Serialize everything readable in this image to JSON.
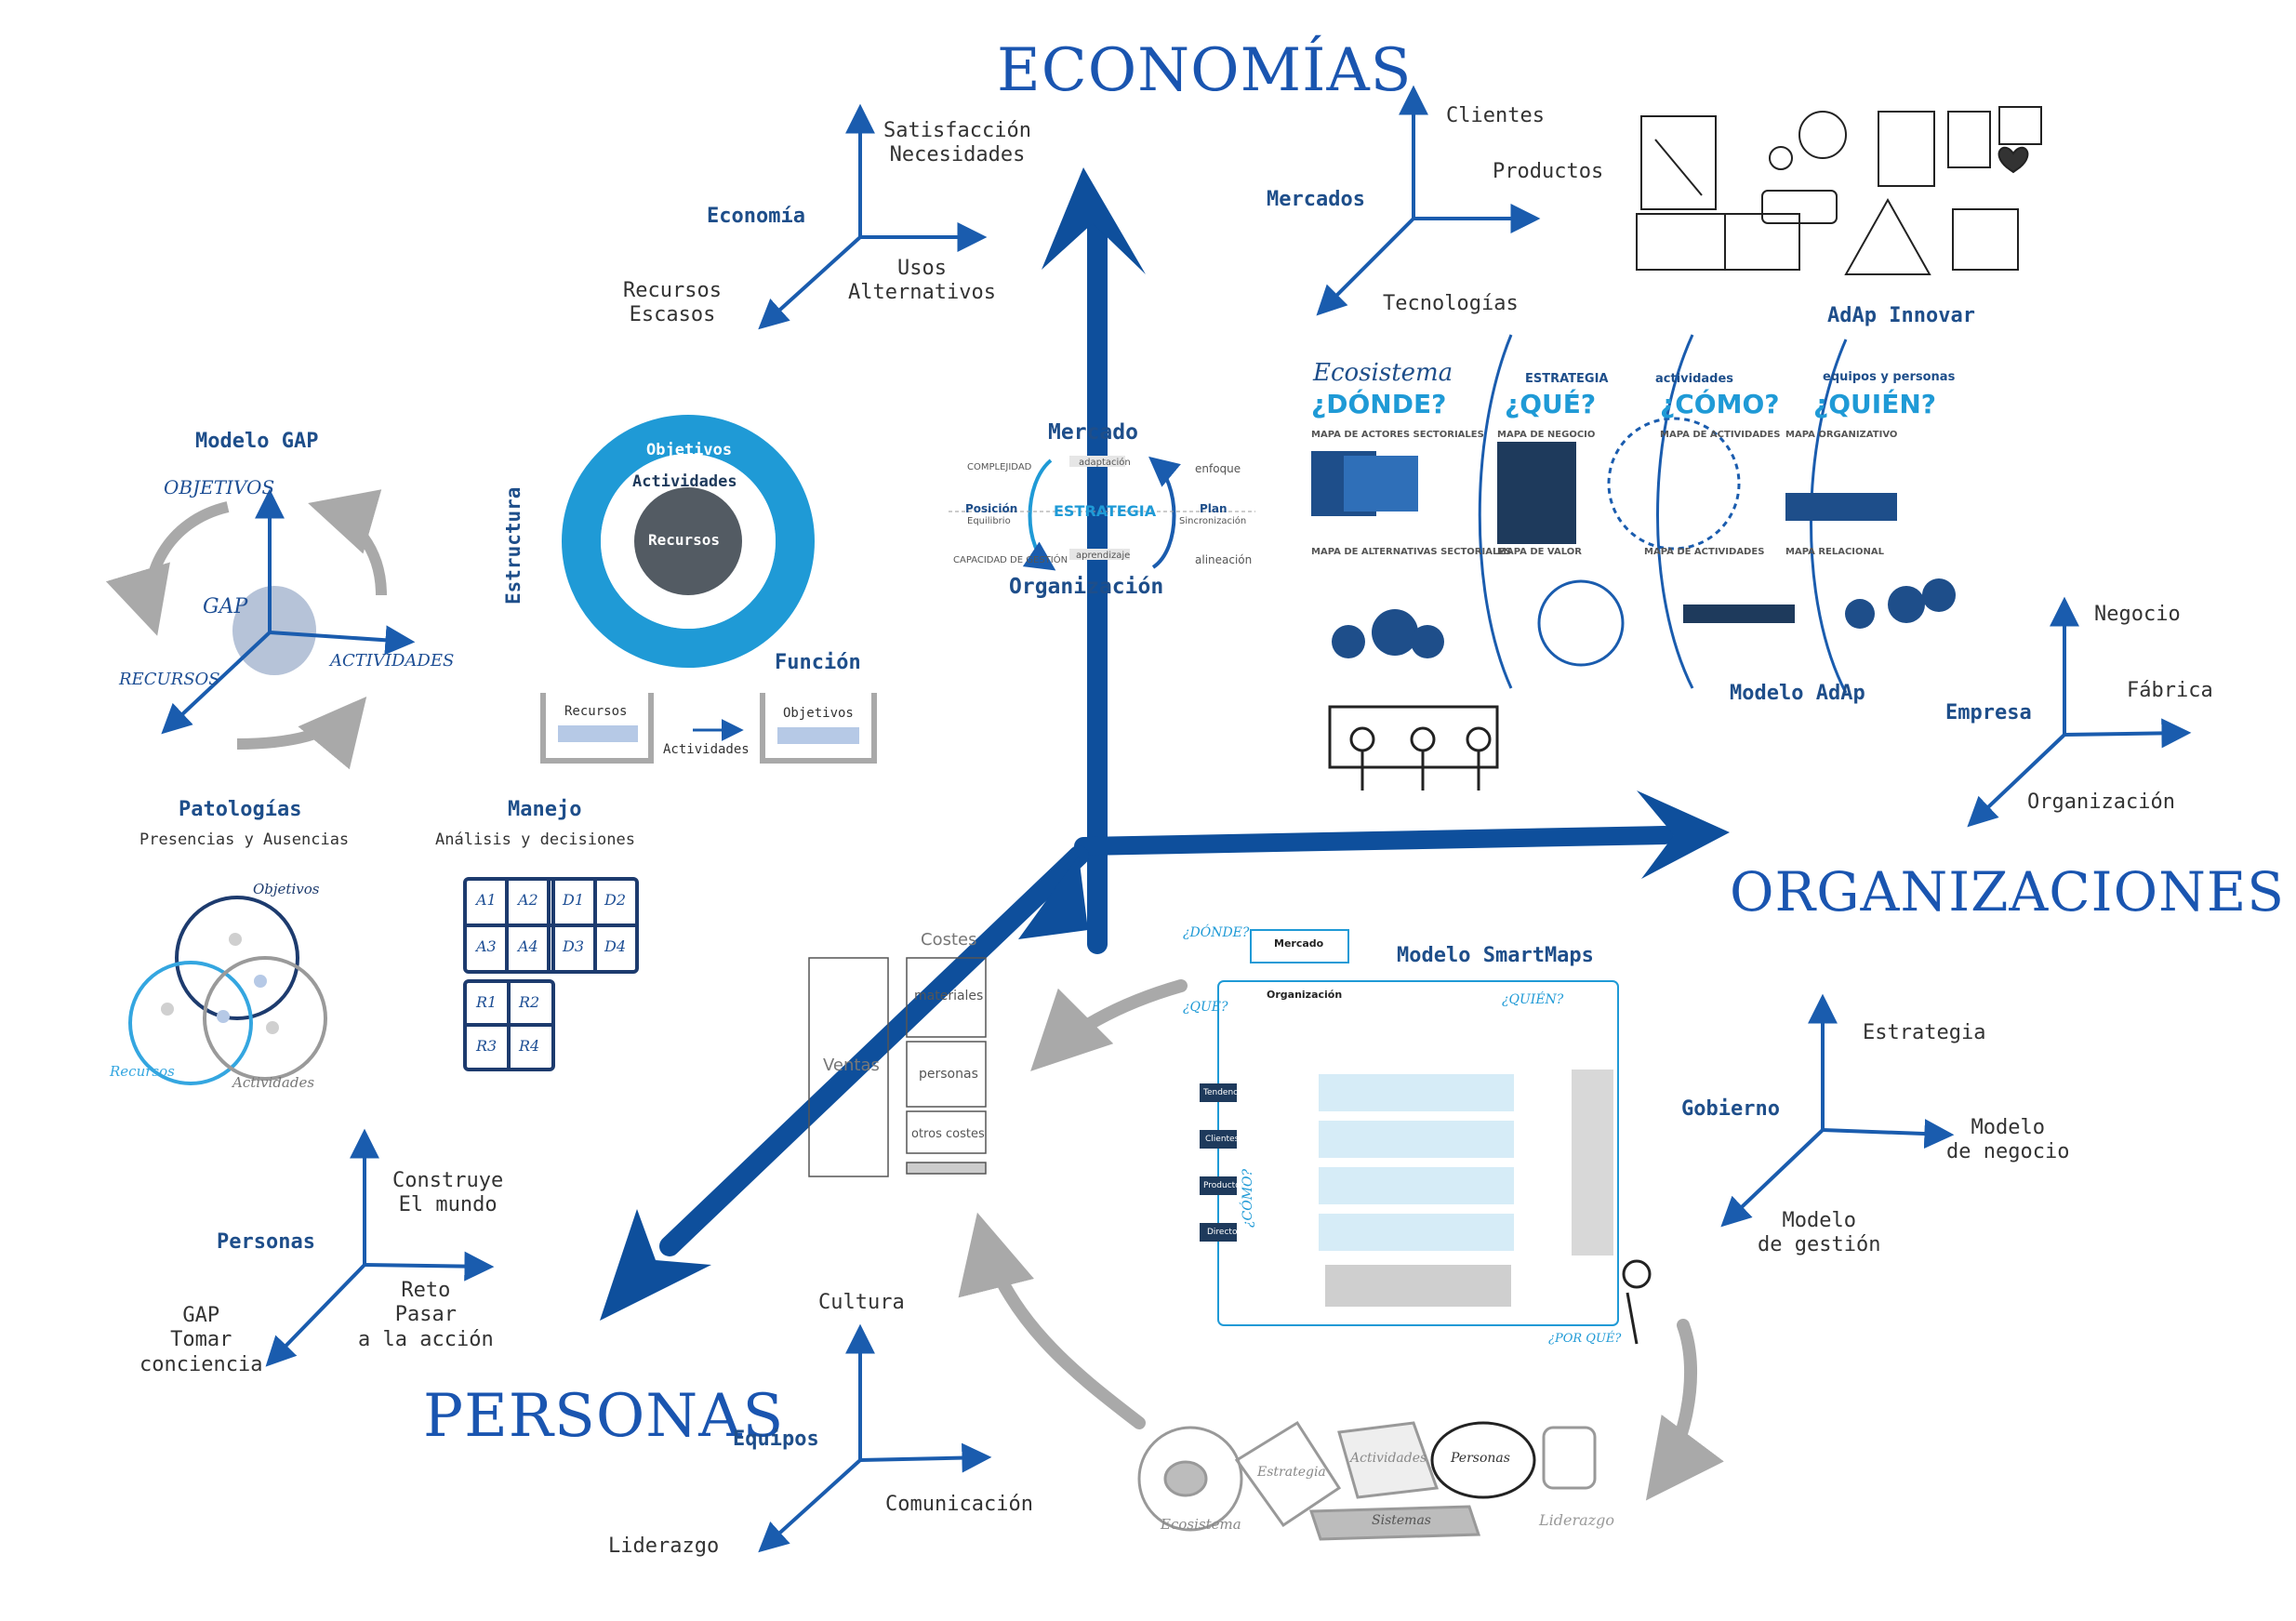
{
  "titles": {
    "economias": "ECONOMÍAS",
    "organizaciones": "ORGANIZACIONES",
    "personas": "PERSONAS"
  },
  "economia_axis": {
    "label": "Economía",
    "up": "Satisfacción\nNecesidades",
    "right": "Usos\nAlternativos",
    "down": "Recursos\nEscasos"
  },
  "mercados_axis": {
    "label": "Mercados",
    "up": "Clientes",
    "right": "Productos",
    "down": "Tecnologías"
  },
  "empresa_axis": {
    "label": "Empresa",
    "up": "Negocio",
    "right": "Fábrica",
    "down": "Organización"
  },
  "gobierno_axis": {
    "label": "Gobierno",
    "up": "Estrategia",
    "right": "Modelo\nde negocio",
    "down": "Modelo\nde gestión"
  },
  "personas_axis": {
    "label": "Personas",
    "up": "Construye\nEl mundo",
    "right": "Reto\nPasar\na la acción",
    "down": "GAP\nTomar\nconciencia"
  },
  "equipos_axis": {
    "label": "Equipos",
    "up": "Cultura",
    "right": "Comunicación",
    "down": "Liderazgo"
  },
  "modelo_gap": {
    "title": "Modelo GAP",
    "objetivos": "OBJETIVOS",
    "recursos": "RECURSOS",
    "actividades": "ACTIVIDADES",
    "gap": "GAP"
  },
  "estructura": {
    "side_label": "Estructura",
    "outer": "Objetivos",
    "middle": "Actividades",
    "inner": "Recursos",
    "funcion_title": "Función",
    "left_box": "Recursos",
    "right_box": "Objetivos",
    "arrow_label": "Actividades"
  },
  "estrategia": {
    "top": "Mercado",
    "bottom": "Organización",
    "center": "ESTRATEGIA",
    "complejidad": "COMPLEJIDAD",
    "capacidad": "CAPACIDAD DE GESTIÓN",
    "adaptacion": "adaptación",
    "aprendizaje": "aprendizaje",
    "enfoque": "enfoque",
    "alineacion": "alineación",
    "posicion": "Posición",
    "equilibrio": "Equilibrio",
    "plan": "Plan",
    "sincronizacion": "Sincronización"
  },
  "patologias": {
    "title": "Patologías",
    "subtitle": "Presencias y Ausencias",
    "objetivos": "Objetivos",
    "recursos": "Recursos",
    "actividades": "Actividades"
  },
  "manejo": {
    "title": "Manejo",
    "subtitle": "Análisis y decisiones",
    "grid": [
      [
        "A1",
        "A2",
        "D1",
        "D2"
      ],
      [
        "A3",
        "A4",
        "D3",
        "D4"
      ]
    ],
    "grid2": [
      [
        "R1",
        "R2"
      ],
      [
        "R3",
        "R4"
      ]
    ]
  },
  "costes": {
    "title": "Costes",
    "ventas": "Ventas",
    "rows": [
      "materiales",
      "personas",
      "otros costes"
    ]
  },
  "adap_innovar": {
    "title": "AdAp Innovar"
  },
  "modelo_adap": {
    "title": "Modelo AdAp",
    "ecosistema": "Ecosistema",
    "cols": [
      {
        "q": "¿DÓNDE?",
        "sub": "MAPA DE ACTORES SECTORIALES",
        "sub2": "MAPA DE ALTERNATIVAS SECTORIALES"
      },
      {
        "head": "ESTRATEGIA",
        "q": "¿QUÉ?",
        "sub": "MAPA DE NEGOCIO",
        "sub2": "MAPA DE VALOR"
      },
      {
        "head": "actividades",
        "q": "¿CÓMO?",
        "sub": "MAPA DE ACTIVIDADES",
        "sub2": "MAPA DE ACTIVIDADES"
      },
      {
        "head": "equipos y personas",
        "q": "¿QUIÉN?",
        "sub": "MAPA ORGANIZATIVO",
        "sub2": "MAPA RELACIONAL"
      }
    ]
  },
  "smartmaps": {
    "title": "Modelo SmartMaps",
    "donde": "¿DÓNDE?",
    "que": "¿QUÉ?",
    "quien": "¿QUIÉN?",
    "como": "¿CÓMO?",
    "porque": "¿POR QUÉ?",
    "mercado": "Mercado",
    "organizacion": "Organización",
    "rows": [
      "Tendencias",
      "Clientes",
      "Productos",
      "Directo"
    ]
  },
  "ecosistema_sketch": {
    "labels": [
      "Ecosistema",
      "Estrategia",
      "Actividades",
      "Personas",
      "Sistemas",
      "Liderazgo"
    ]
  },
  "colors": {
    "blue_dark": "#0e4f9c",
    "blue_axis": "#1a5cae",
    "cyan": "#1f9ad6",
    "gray_arrow": "#a9a9a9",
    "navy_text": "#1e4e8a"
  }
}
